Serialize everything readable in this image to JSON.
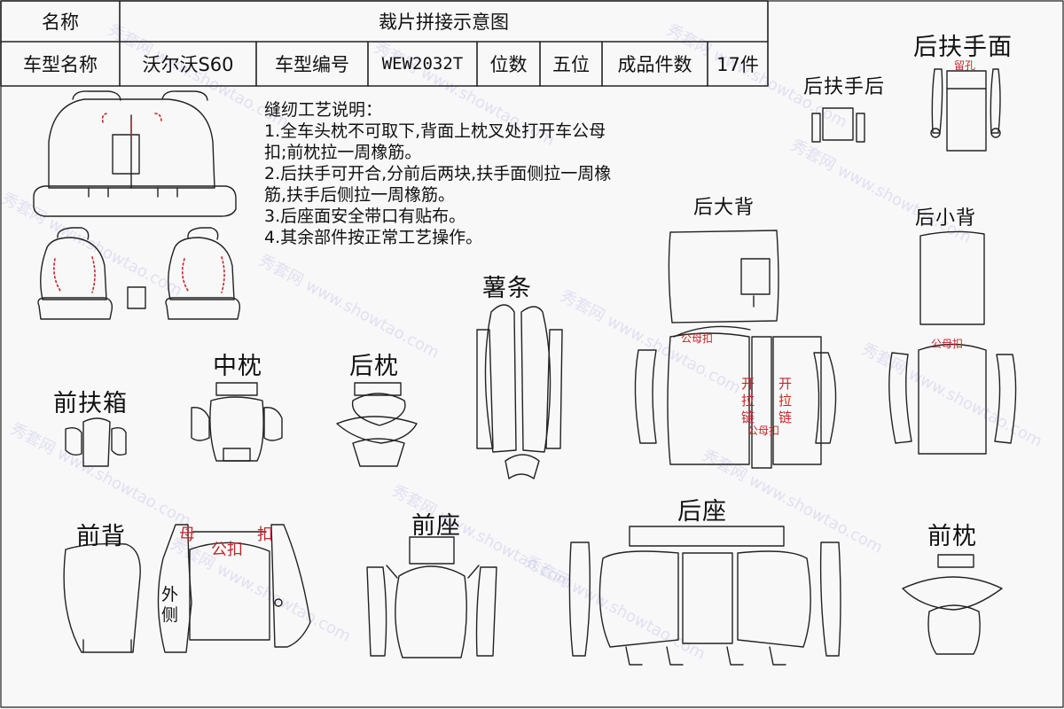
{
  "header": {
    "name_label": "名称",
    "diagram_title": "裁片拼接示意图",
    "model_name_label": "车型名称",
    "model_name": "沃尔沃S60",
    "model_code_label": "车型编号",
    "model_code": "WEW2032T",
    "seats_label": "位数",
    "seats": "五位",
    "pieces_label": "成品件数",
    "pieces": "17件"
  },
  "notes": {
    "title": "缝纫工艺说明：",
    "lines": [
      "1.全车头枕不可取下,背面上枕叉处打开车公母",
      "扣;前枕拉一周橡筋。",
      "2.后扶手可开合,分前后两块,扶手面侧拉一周橡",
      "筋,扶手后侧拉一周橡筋。",
      "3.后座面安全带口有贴布。",
      "4.其余部件按正常工艺操作。"
    ]
  },
  "labels": {
    "rear_armrest_face": "后扶手面",
    "rear_armrest_back": "后扶手后",
    "keep_hole": "留孔",
    "rear_big_back": "后大背",
    "rear_small_back": "后小背",
    "strip": "薯条",
    "middle_pillow": "中枕",
    "rear_pillow": "后枕",
    "front_armbox": "前扶箱",
    "front_back": "前背",
    "outer_side": "外侧",
    "front_seat": "前座",
    "rear_seat": "后座",
    "front_pillow": "前枕",
    "female": "母",
    "male_snap": "公扣",
    "snap": "扣",
    "snap_male_female_1": "公母扣",
    "snap_male_female_2": "公母扣",
    "snap_male_female_3": "公母扣",
    "zipper": "拉链",
    "open_zipper_left": "开拉链",
    "open_zipper_right": "开拉链"
  },
  "watermark": {
    "text": "秀套网 www.showtao.com",
    "color": "#9090dd"
  },
  "colors": {
    "line": "#222222",
    "accent_red": "#c0282a"
  }
}
